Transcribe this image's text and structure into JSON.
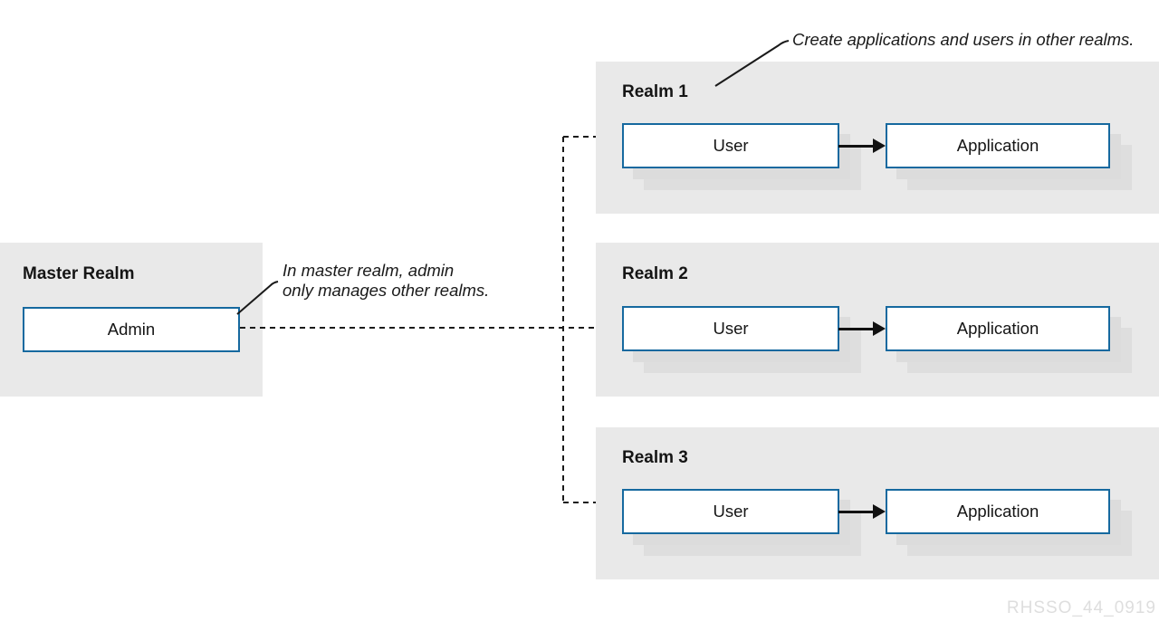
{
  "diagram": {
    "master_realm": {
      "title": "Master Realm",
      "admin_label": "Admin"
    },
    "realms": [
      {
        "title": "Realm 1",
        "user_label": "User",
        "application_label": "Application"
      },
      {
        "title": "Realm 2",
        "user_label": "User",
        "application_label": "Application"
      },
      {
        "title": "Realm 3",
        "user_label": "User",
        "application_label": "Application"
      }
    ],
    "annotations": {
      "create_apps": "Create applications and users in other realms.",
      "master_line1": "In master realm, admin",
      "master_line2": "only manages other realms."
    },
    "watermark": "RHSSO_44_0919",
    "colors": {
      "panel_bg": "#e9e9e9",
      "node_bg": "#ffffff",
      "node_border": "#16699f",
      "node_shadow": "#dcdcdc",
      "text": "#151515",
      "connector": "#1a1a1a",
      "arrow": "#111111",
      "watermark": "#dedede"
    }
  }
}
